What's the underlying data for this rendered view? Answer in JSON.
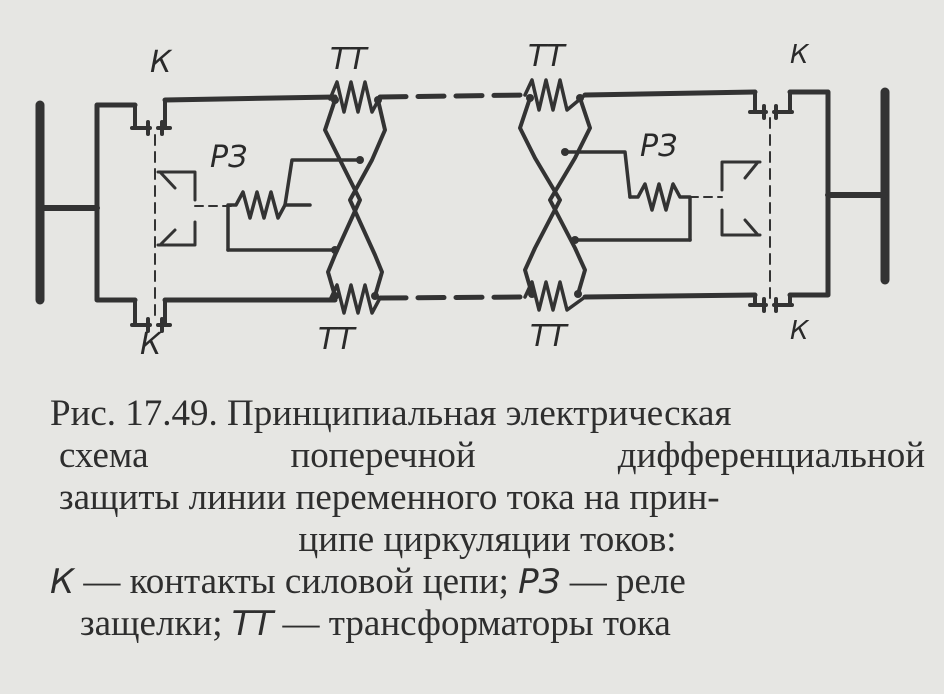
{
  "diagram": {
    "labels": {
      "k_top_left": "К",
      "tt_top_left": "ТТ",
      "tt_top_right": "ТТ",
      "k_top_right": "К",
      "rz_left": "РЗ",
      "rz_right": "РЗ",
      "k_bottom_left": "К",
      "tt_bottom_left": "ТТ",
      "tt_bottom_right": "ТТ",
      "k_bottom_right": "К"
    }
  },
  "caption": {
    "line1": "Рис. 17.49. Принципиальная электрическая",
    "line2": "схема поперечной дифференциальной",
    "line3": "защиты линии переменного тока на прин-",
    "line4": "ципе циркуляции токов:",
    "line5_sym1": "К",
    "line5_text1": " — контакты силовой цепи; ",
    "line5_sym2": "РЗ",
    "line5_text2": " — реле",
    "line6_text1": "защелки; ",
    "line6_sym": "ТТ",
    "line6_text2": " — трансформаторы тока"
  }
}
